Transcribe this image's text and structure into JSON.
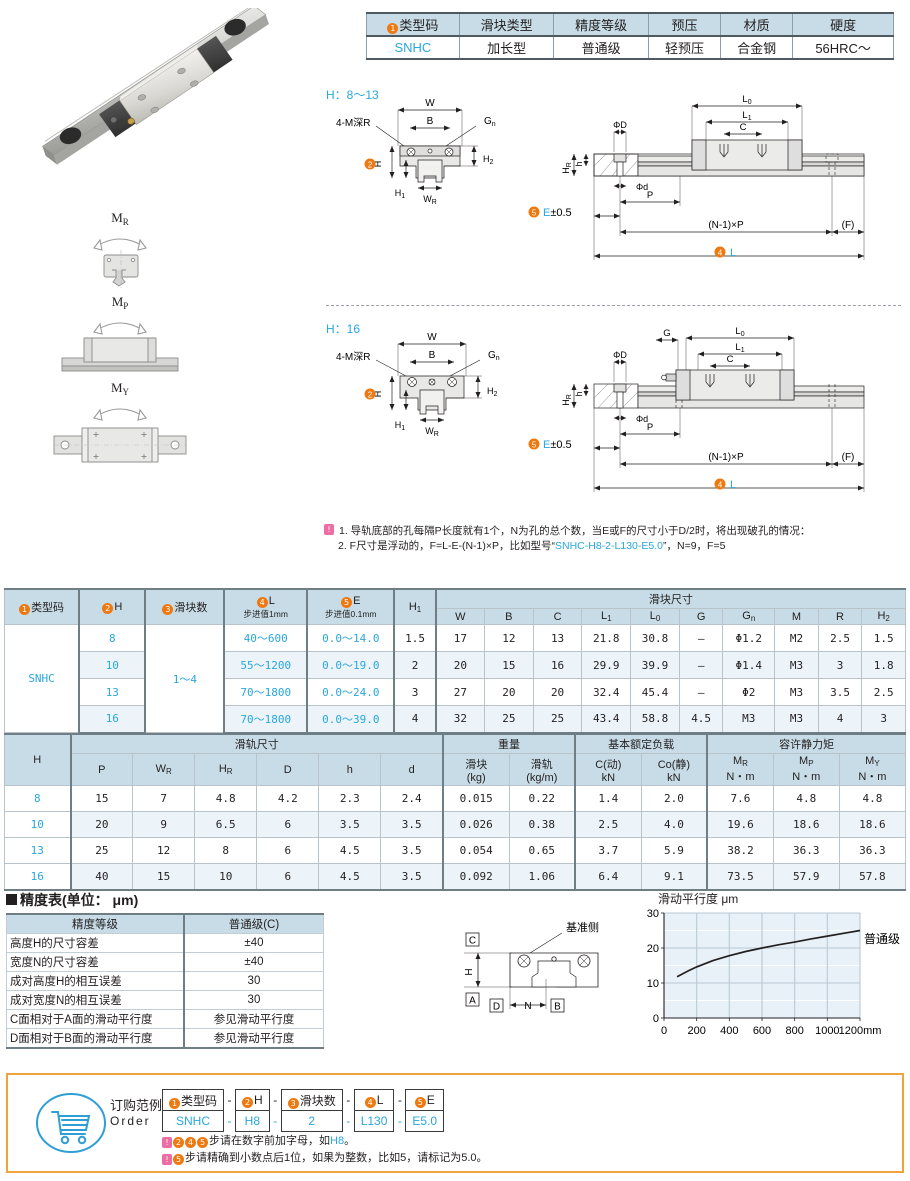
{
  "product": {
    "photo_alt": "miniature-linear-guide-rail",
    "moment_labels": [
      "MR",
      "MP",
      "MY"
    ]
  },
  "top_table": {
    "headers": [
      "类型码",
      "滑块类型",
      "精度等级",
      "预压",
      "材质",
      "硬度"
    ],
    "header_badge": "1",
    "values": [
      "SNHC",
      "加长型",
      "普通级",
      "轻预压",
      "合金钢",
      "56HRC～"
    ]
  },
  "drawings": {
    "pane1_title": "H：8～13",
    "pane2_title": "H：16",
    "labels": {
      "W": "W",
      "B": "B",
      "Gn": "Gn",
      "H": "H",
      "H1": "H1",
      "H2": "H2",
      "WR": "WR",
      "four_m": "4-M深R",
      "L0": "L0",
      "L1": "L1",
      "C": "C",
      "phiD": "ΦD",
      "phid": "Φd",
      "HR": "HR",
      "h": "h",
      "P": "P",
      "E": "E±0.5",
      "L": "L",
      "N1P": "(N-1)×P",
      "F": "(F)",
      "G": "G"
    },
    "badge_H": "2",
    "badge_E": "5",
    "badge_L": "4"
  },
  "notes": {
    "icon": "!",
    "line1": "1. 导轨底部的孔每隔P长度就有1个，N为孔的总个数，当E或F的尺寸小于D/2时，将出现破孔的情况：",
    "line2_a": "2. F尺寸是浮动的，F=L-E-(N-1)×P，比如型号“",
    "line2_model": "SNHC-H8-2-L130-E5.0",
    "line2_b": "”，N=9，F=5"
  },
  "spec1": {
    "col_headers": {
      "type_code": "类型码",
      "H": "H",
      "block_count": "滑块数",
      "L": "L",
      "L_step": "步进值1mm",
      "E": "E",
      "E_step": "步进值0.1mm",
      "H1": "H1",
      "group": "滑块尺寸"
    },
    "badges": {
      "type_code": "1",
      "H": "2",
      "block_count": "3",
      "L": "4",
      "E": "5"
    },
    "sub_headers": [
      "W",
      "B",
      "C",
      "L1",
      "L0",
      "G",
      "Gn",
      "M",
      "R",
      "H2"
    ],
    "type_code": "SNHC",
    "block_count": "1～4",
    "rows": [
      {
        "H": "8",
        "L": "40～600",
        "E": "0.0～14.0",
        "H1": "1.5",
        "W": "17",
        "B": "12",
        "C": "13",
        "L1": "21.8",
        "L0": "30.8",
        "G": "–",
        "Gn": "Φ1.2",
        "M": "M2",
        "R": "2.5",
        "H2": "1.5"
      },
      {
        "H": "10",
        "L": "55～1200",
        "E": "0.0～19.0",
        "H1": "2",
        "W": "20",
        "B": "15",
        "C": "16",
        "L1": "29.9",
        "L0": "39.9",
        "G": "–",
        "Gn": "Φ1.4",
        "M": "M3",
        "R": "3",
        "H2": "1.8"
      },
      {
        "H": "13",
        "L": "70～1800",
        "E": "0.0～24.0",
        "H1": "3",
        "W": "27",
        "B": "20",
        "C": "20",
        "L1": "32.4",
        "L0": "45.4",
        "G": "–",
        "Gn": "Φ2",
        "M": "M3",
        "R": "3.5",
        "H2": "2.5"
      },
      {
        "H": "16",
        "L": "70～1800",
        "E": "0.0～39.0",
        "H1": "4",
        "W": "32",
        "B": "25",
        "C": "25",
        "L1": "43.4",
        "L0": "58.8",
        "G": "4.5",
        "Gn": "M3",
        "M": "M3",
        "R": "4",
        "H2": "3"
      }
    ]
  },
  "spec2": {
    "group_headers": {
      "H": "H",
      "rail": "滑轨尺寸",
      "weight": "重量",
      "load": "基本额定负载",
      "moment": "容许静力矩"
    },
    "sub_headers": {
      "P": "P",
      "WR": "WR",
      "HR": "HR",
      "D": "D",
      "h": "h",
      "d": "d",
      "w_block_1": "滑块",
      "w_block_2": "(kg)",
      "w_rail_1": "滑轨",
      "w_rail_2": "(kg/m)",
      "C_1": "C(动)",
      "C_2": "kN",
      "Co_1": "Co(静)",
      "Co_2": "kN",
      "MR_1": "MR",
      "MR_2": "N・m",
      "MP_1": "MP",
      "MP_2": "N・m",
      "MY_1": "MY",
      "MY_2": "N・m"
    },
    "rows": [
      {
        "H": "8",
        "P": "15",
        "WR": "7",
        "HR": "4.8",
        "D": "4.2",
        "h": "2.3",
        "d": "2.4",
        "w_block": "0.015",
        "w_rail": "0.22",
        "C": "1.4",
        "Co": "2.0",
        "MR": "7.6",
        "MP": "4.8",
        "MY": "4.8"
      },
      {
        "H": "10",
        "P": "20",
        "WR": "9",
        "HR": "6.5",
        "D": "6",
        "h": "3.5",
        "d": "3.5",
        "w_block": "0.026",
        "w_rail": "0.38",
        "C": "2.5",
        "Co": "4.0",
        "MR": "19.6",
        "MP": "18.6",
        "MY": "18.6"
      },
      {
        "H": "13",
        "P": "25",
        "WR": "12",
        "HR": "8",
        "D": "6",
        "h": "4.5",
        "d": "3.5",
        "w_block": "0.054",
        "w_rail": "0.65",
        "C": "3.7",
        "Co": "5.9",
        "MR": "38.2",
        "MP": "36.3",
        "MY": "36.3"
      },
      {
        "H": "16",
        "P": "40",
        "WR": "15",
        "HR": "10",
        "D": "6",
        "h": "4.5",
        "d": "3.5",
        "w_block": "0.092",
        "w_rail": "1.06",
        "C": "6.4",
        "Co": "9.1",
        "MR": "73.5",
        "MP": "57.9",
        "MY": "57.8"
      }
    ]
  },
  "precision": {
    "title": "精度表(单位： μm)",
    "header_left": "精度等级",
    "header_right": "普通级(C)",
    "rows": [
      {
        "k": "高度H的尺寸容差",
        "v": "±40"
      },
      {
        "k": "宽度N的尺寸容差",
        "v": "±40"
      },
      {
        "k": "成对高度H的相互误差",
        "v": "30"
      },
      {
        "k": "成对宽度N的相互误差",
        "v": "30"
      },
      {
        "k": "C面相对于A面的滑动平行度",
        "v": "参见滑动平行度"
      },
      {
        "k": "D面相对于B面的滑动平行度",
        "v": "参见滑动平行度"
      }
    ],
    "diagram_labels": {
      "ref": "基准侧",
      "C": "C",
      "A": "A",
      "B": "B",
      "D": "D",
      "N": "N",
      "H": "H"
    }
  },
  "chart_data": {
    "type": "line",
    "title": "滑动平行度 μm",
    "xlabel": "mm",
    "ylabel": "μm",
    "xlim": [
      0,
      1200
    ],
    "ylim": [
      0,
      30
    ],
    "xticks": [
      0,
      200,
      400,
      600,
      800,
      1000,
      1200
    ],
    "xtick_labels": [
      "0",
      "200",
      "400",
      "600",
      "800",
      "1000",
      "1200mm"
    ],
    "yticks": [
      0,
      10,
      20,
      30
    ],
    "ytick_labels": [
      "0",
      "10",
      "20",
      "30"
    ],
    "grid": true,
    "legend_position": "right-of-curve",
    "series": [
      {
        "name": "普通级",
        "x": [
          80,
          150,
          200,
          300,
          400,
          500,
          600,
          700,
          800,
          900,
          1000,
          1100,
          1200
        ],
        "values": [
          11.8,
          13.5,
          14.6,
          16.4,
          17.8,
          19.0,
          20.0,
          20.9,
          21.7,
          22.6,
          23.4,
          24.2,
          25.0
        ]
      }
    ]
  },
  "order": {
    "label_cn": "订购范例",
    "label_en": "Order",
    "icon": "shopping-cart-icon",
    "headers": [
      "类型码",
      "H",
      "滑块数",
      "L",
      "E"
    ],
    "header_badges": [
      "1",
      "2",
      "3",
      "4",
      "5"
    ],
    "values": [
      "SNHC",
      "H8",
      "2",
      "L130",
      "E5.0"
    ],
    "separator": "-",
    "note1_badges": [
      "2",
      "4",
      "5"
    ],
    "note1_a": "步请在数字前加字母，如",
    "note1_b": "H8",
    "note1_c": "。",
    "note2_badge": "5",
    "note2": "步请精确到小数点后1位，如果为整数，比如5，请标记为5.0。"
  },
  "colors": {
    "accent_cyan": "#29a7de",
    "badge_orange": "#ef7911",
    "badge_pink": "#ec6ca4",
    "table_header": "#c7dce6",
    "row_alt": "#edf4f9",
    "order_border": "#f0a33a"
  }
}
